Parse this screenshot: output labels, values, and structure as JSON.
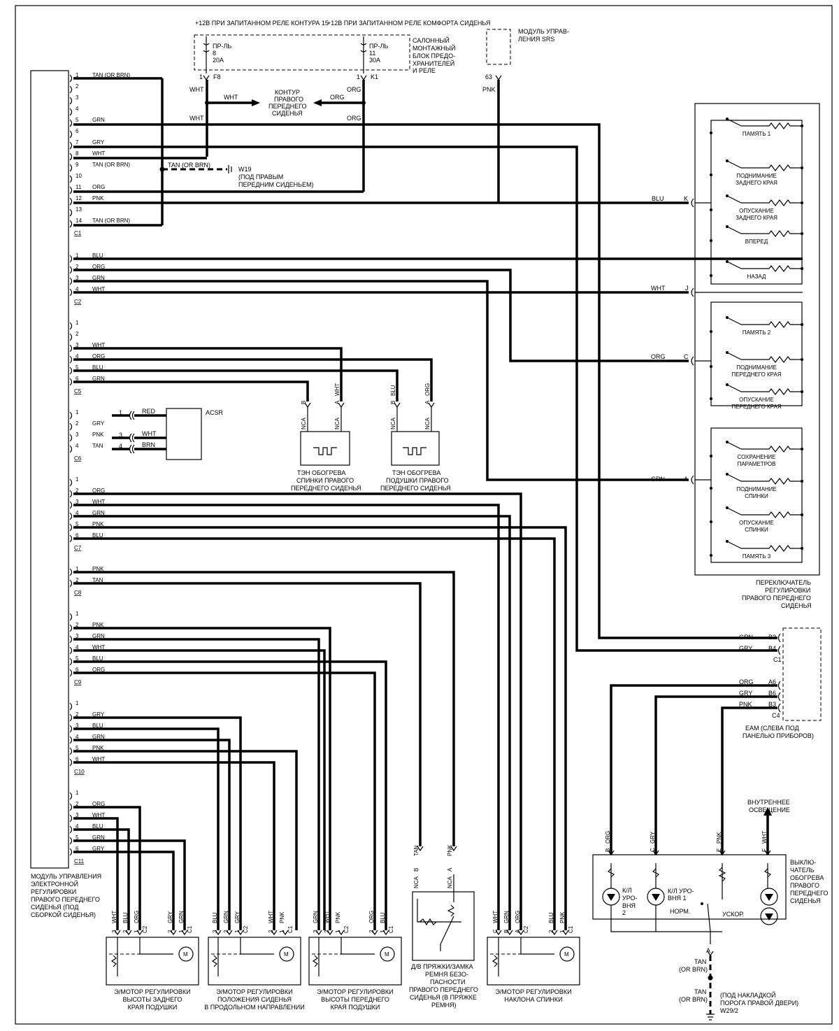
{
  "fuse_box": {
    "feed1": "+12В ПРИ ЗАПИТАННОМ РЕЛЕ КОНТУРА 15",
    "feed2": "+12В ПРИ ЗАПИТАННОМ РЕЛЕ КОМФОРТА СИДЕНЬЯ",
    "label": [
      "САЛОННЫЙ",
      "МОНТАЖНЫЙ",
      "БЛОК ПРЕДО-",
      "ХРАНИТЕЛЕЙ",
      "И РЕЛЕ"
    ],
    "fuse1": [
      "ПР-ЛЬ",
      "8",
      "20А"
    ],
    "fuse2": [
      "ПР-ЛЬ",
      "11",
      "30А"
    ],
    "pin1": "1",
    "pin1_conn": "F8",
    "pin2": "1",
    "pin2_conn": "K1",
    "w1": "WHT",
    "w2": "ORG"
  },
  "srs": {
    "label": [
      "МОДУЛЬ УПРАВ-",
      "ЛЕНИЯ SRS"
    ],
    "pin": "63",
    "wire": "PNK"
  },
  "circuit_label": [
    "КОНТУР",
    "ПРАВОГО",
    "ПЕРЕДНЕГО",
    "СИДЕНЬЯ"
  ],
  "ground_w19": [
    "W19",
    "(ПОД ПРАВЫМ",
    "ПЕРЕДНИМ СИДЕНЬЕМ)"
  ],
  "module_label": [
    "МОДУЛЬ УПРАВЛЕНИЯ",
    "ЭЛЕКТРОННОЙ",
    "РЕГУЛИРОВКИ",
    "ПРАВОГО ПЕРЕДНЕГО",
    "СИДЕНЬЯ (ПОД",
    "СБОРКОЙ СИДЕНЬЯ)"
  ],
  "connectors": [
    {
      "name": "C1",
      "pins": [
        [
          "1",
          "TAN (OR BRN)"
        ],
        [
          "2",
          ""
        ],
        [
          "3",
          ""
        ],
        [
          "4",
          ""
        ],
        [
          "5",
          "GRN"
        ],
        [
          "6",
          ""
        ],
        [
          "7",
          "GRY"
        ],
        [
          "8",
          "WHT"
        ],
        [
          "9",
          "TAN (OR BRN)"
        ],
        [
          "10",
          ""
        ],
        [
          "11",
          "ORG"
        ],
        [
          "12",
          "PNK"
        ],
        [
          "13",
          ""
        ],
        [
          "14",
          "TAN (OR BRN)"
        ]
      ]
    },
    {
      "name": "C2",
      "pins": [
        [
          "1",
          "BLU"
        ],
        [
          "2",
          "ORG"
        ],
        [
          "3",
          "GRN"
        ],
        [
          "4",
          "WHT"
        ]
      ]
    },
    {
      "name": "C5",
      "pins": [
        [
          "1",
          ""
        ],
        [
          "2",
          ""
        ],
        [
          "3",
          "WHT"
        ],
        [
          "4",
          "ORG"
        ],
        [
          "5",
          "BLU"
        ],
        [
          "6",
          "GRN"
        ]
      ]
    },
    {
      "name": "C6",
      "pins": [
        [
          "1",
          ""
        ],
        [
          "2",
          "GRY"
        ],
        [
          "3",
          "PNK"
        ],
        [
          "4",
          "TAN"
        ]
      ]
    },
    {
      "name": "C7",
      "pins": [
        [
          "1",
          ""
        ],
        [
          "2",
          "ORG"
        ],
        [
          "3",
          "WHT"
        ],
        [
          "4",
          "GRN"
        ],
        [
          "5",
          "PNK"
        ],
        [
          "6",
          "BLU"
        ]
      ]
    },
    {
      "name": "C8",
      "pins": [
        [
          "1",
          "PNK"
        ],
        [
          "2",
          "TAN"
        ]
      ]
    },
    {
      "name": "C9",
      "pins": [
        [
          "1",
          ""
        ],
        [
          "2",
          "PNK"
        ],
        [
          "3",
          "GRN"
        ],
        [
          "4",
          "WHT"
        ],
        [
          "5",
          "BLU"
        ],
        [
          "6",
          "ORG"
        ]
      ]
    },
    {
      "name": "C10",
      "pins": [
        [
          "1",
          ""
        ],
        [
          "2",
          "GRY"
        ],
        [
          "3",
          "BLU"
        ],
        [
          "4",
          "GRN"
        ],
        [
          "5",
          "PNK"
        ],
        [
          "6",
          "WHT"
        ]
      ]
    },
    {
      "name": "C11",
      "pins": [
        [
          "1",
          ""
        ],
        [
          "2",
          "ORG"
        ],
        [
          "3",
          "WHT"
        ],
        [
          "4",
          "BLU"
        ],
        [
          "5",
          "GRN"
        ],
        [
          "6",
          "GRY"
        ]
      ]
    }
  ],
  "w9_ext": "TAN (OR BRN)",
  "w_wht": "WHT",
  "w_org": "ORG",
  "acsr": {
    "name": "ACSR",
    "pins": [
      [
        "1",
        "RED"
      ],
      [
        "3",
        "WHT"
      ],
      [
        "4",
        "BRN"
      ]
    ]
  },
  "heaters": [
    {
      "label": [
        "ТЭН ОБОГРЕВА",
        "СПИНКИ ПРАВОГО",
        "ПЕРЕДНЕГО СИДЕНЬЯ"
      ],
      "pins": [
        [
          "B",
          "NCA"
        ],
        [
          "A",
          "NCA"
        ]
      ],
      "wires": [
        "",
        "WHT"
      ]
    },
    {
      "label": [
        "ТЭН ОБОГРЕВА",
        "ПОДУШКИ ПРАВОГО",
        "ПЕРЕДНЕГО СИДЕНЬЯ"
      ],
      "pins": [
        [
          "B",
          "NCA"
        ],
        [
          "A",
          "NCA"
        ]
      ],
      "wires": [
        "BLU",
        "ORG"
      ]
    }
  ],
  "switch_panel": {
    "label": [
      "ПЕРЕКЛЮЧАТЕЛЬ",
      "РЕГУЛИРОВКИ",
      "ПРАВОГО ПЕРЕДНЕГО",
      "СИДЕНЬЯ"
    ],
    "items": [
      [
        "ПАМЯТЬ 1"
      ],
      [
        "ПОДНИМАНИЕ",
        "ЗАДНЕГО КРАЯ"
      ],
      [
        "ОПУСКАНИЕ",
        "ЗАДНЕГО КРАЯ"
      ],
      [
        "ВПЕРЕД"
      ],
      [
        "НАЗАД"
      ],
      [
        "ПАМЯТЬ 2"
      ],
      [
        "ПОДНИМАНИЕ",
        "ПЕРЕДНЕГО КРАЯ"
      ],
      [
        "ОПУСКАНИЕ",
        "ПЕРЕДНЕГО КРАЯ"
      ],
      [
        "СОХРАНЕНИЕ",
        "ПАРАМЕТРОВ"
      ],
      [
        "ПОДНИМАНИЕ",
        "СПИНКИ"
      ],
      [
        "ОПУСКАНИЕ",
        "СПИНКИ"
      ],
      [
        "ПАМЯТЬ 3"
      ]
    ],
    "pins": [
      [
        "BLU",
        "K"
      ],
      [
        "WHT",
        "J"
      ],
      [
        "ORG",
        "C"
      ],
      [
        "GRN",
        "A"
      ]
    ]
  },
  "eam": {
    "label": [
      "ЕАМ (СЛЕВА ПОД",
      "ПАНЕЛЬЮ ПРИБОРОВ)"
    ],
    "c1": [
      [
        "GRN",
        "B3"
      ],
      [
        "GRY",
        "B4"
      ]
    ],
    "c1_name": "C1",
    "c4": [
      [
        "ORG",
        "A6"
      ],
      [
        "GRY",
        "B6"
      ],
      [
        "PNK",
        "B3"
      ]
    ],
    "c4_name": "C4"
  },
  "heat_switch": {
    "label": [
      "ВЫКЛЮ-",
      "ЧАТЕЛЬ",
      "ОБОГРЕВА",
      "ПРАВОГО",
      "ПЕРЕДНЕГО",
      "СИДЕНЬЯ"
    ],
    "interior": [
      "ВНУТРЕННЕЕ",
      "ОСВЕЩЕНИЕ"
    ],
    "pins": [
      [
        "B",
        "ORG"
      ],
      [
        "C",
        "GRY"
      ],
      [
        "E",
        "PNK"
      ],
      [
        "F",
        "WHT"
      ]
    ],
    "lamp2": [
      "К/Л",
      "УРО-",
      "ВНЯ",
      "2"
    ],
    "lamp1": [
      "К/Л УРО-",
      "ВНЯ 1"
    ],
    "norm": "НОРМ.",
    "fast": "УСКОР.",
    "pin_a": "A",
    "ground_wires": [
      "TAN",
      "(OR BRN)",
      "TAN",
      "(OR BRN)"
    ],
    "ground_label": [
      "(ПОД НАКЛАДКОЙ",
      "ПОРОГА ПРАВОЙ ДВЕРИ)",
      "W29/2"
    ]
  },
  "motors": [
    {
      "label": [
        "Э/МОТОР РЕГУЛИРОВКИ",
        "ВЫСОТЫ ЗАДНЕГО",
        "КРАЯ ПОДУШКИ"
      ],
      "c2": [
        [
          "3",
          "WHT"
        ],
        [
          "2",
          "BLU"
        ],
        [
          "1",
          "ORG"
        ]
      ],
      "c1": [
        [
          "2",
          "GRY"
        ],
        [
          "1",
          "GRN"
        ]
      ]
    },
    {
      "label": [
        "Э/МОТОР РЕГУЛИРОВКИ",
        "ПОЛОЖЕНИЯ СИДЕНЬЯ",
        "В ПРОДОЛЬНОМ НАПРАВЛЕНИИ"
      ],
      "c2": [
        [
          "3",
          "BLU"
        ],
        [
          "2",
          "GRN"
        ],
        [
          "1",
          "GRY"
        ]
      ],
      "c1": [
        [
          "2",
          "WHT"
        ],
        [
          "1",
          "PNK"
        ]
      ]
    },
    {
      "label": [
        "Э/МОТОР РЕГУЛИРОВКИ",
        "ВЫСОТЫ ПЕРЕДНЕГО",
        "КРАЯ ПОДУШКИ"
      ],
      "c2": [
        [
          "3",
          "GRN"
        ],
        [
          "2",
          "WHT"
        ],
        [
          "1",
          "PNK"
        ]
      ],
      "c1": [
        [
          "2",
          "ORG"
        ],
        [
          "1",
          "BLU"
        ]
      ]
    },
    {
      "label": [
        "Э/МОТОР РЕГУЛИРОВКИ",
        "НАКЛОНА СПИНКИ"
      ],
      "c2": [
        [
          "C",
          "WHT"
        ],
        [
          "B",
          "GRN"
        ],
        [
          "A",
          "ORG"
        ]
      ],
      "c1": [
        [
          "2",
          "BLU"
        ],
        [
          "1",
          "PNK"
        ]
      ]
    }
  ],
  "buckle": {
    "label": [
      "Д/В ПРЯЖКИ/ЗАМКА",
      "РЕМНЯ БЕЗО-",
      "ПАСНОСТИ",
      "ПРАВОГО ПЕРЕДНЕГО",
      "СИДЕНЬЯ (В ПРЯЖКЕ",
      "РЕМНЯ)"
    ],
    "pins": [
      [
        "B",
        "NCA",
        "TAN"
      ],
      [
        "A",
        "NCA",
        "PNK"
      ]
    ]
  }
}
